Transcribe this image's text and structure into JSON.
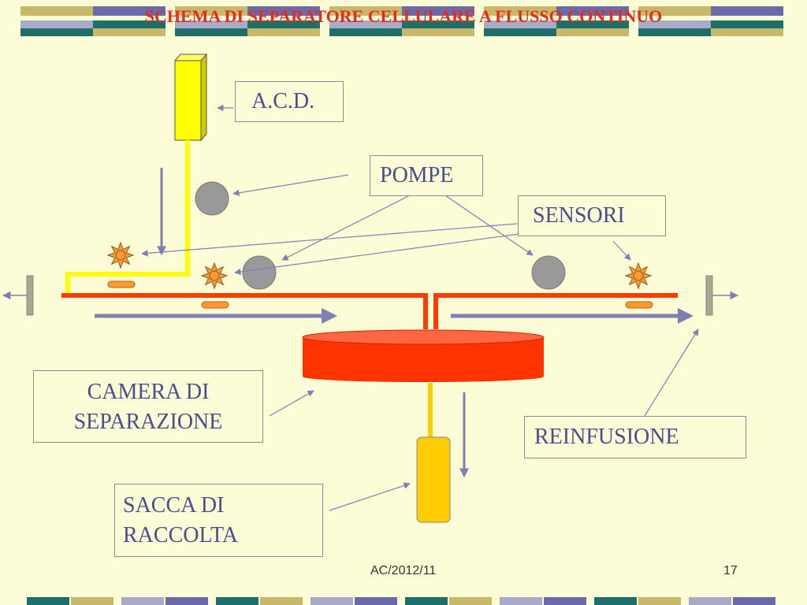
{
  "slide": {
    "title": "SCHEMA DI SEPARATORE CELLULARE A FLUSSO CONTINUO",
    "footer_left": "AC/2012/11",
    "page_number": "17"
  },
  "labels": {
    "acd": "A.C.D.",
    "pompe": "POMPE",
    "sensori": "SENSORI",
    "camera_line1": "CAMERA DI",
    "camera_line2": "SEPARAZIONE",
    "reinfusione": "REINFUSIONE",
    "sacca_line1": "SACCA DI",
    "sacca_line2": "RACCOLTA"
  },
  "colors": {
    "background": "#FCFCD6",
    "title": "#E8291B",
    "label_text": "#4A4E8C",
    "tube_red": "#FF3B00",
    "tube_yellow": "#FFFF00",
    "pump_gray": "#999999",
    "arrow_blue": "#7F80B2",
    "chamber_red": "#FF3300",
    "bag_yellow": "#FFCC00",
    "sensor_orange": "#FF9933"
  },
  "icons": {
    "pump": "gray-circle",
    "sensor": "sun-star-icon",
    "decor": "striped-bar"
  }
}
